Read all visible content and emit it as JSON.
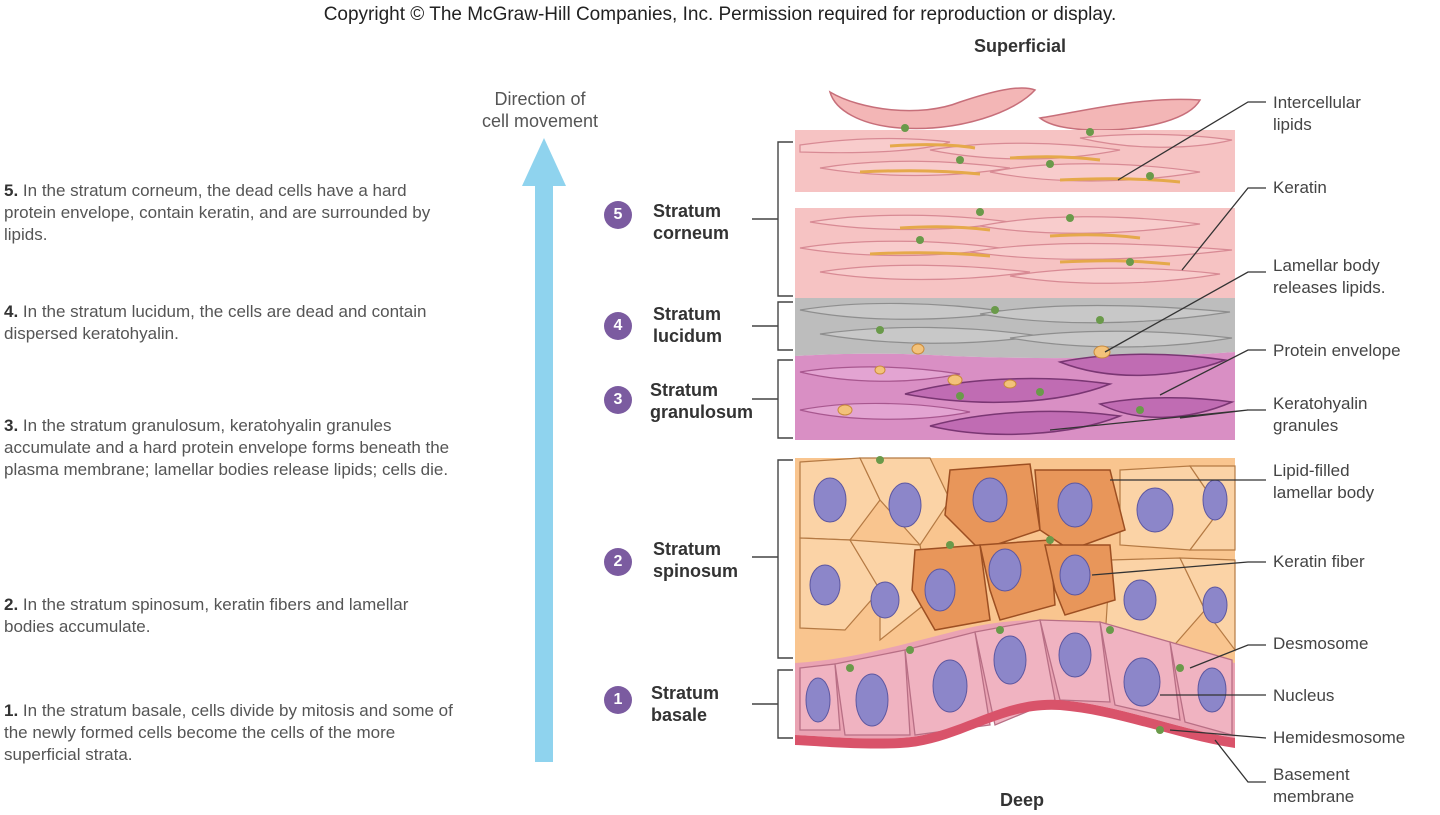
{
  "copyright": "Copyright © The McGraw-Hill Companies, Inc. Permission required for reproduction or display.",
  "orientation": {
    "top": "Superficial",
    "bottom": "Deep"
  },
  "direction": {
    "line1": "Direction of",
    "line2": "cell movement"
  },
  "steps": [
    {
      "num": "5.",
      "text": "In the stratum corneum, the dead cells have a hard protein envelope, contain keratin, and are surrounded by lipids."
    },
    {
      "num": "4.",
      "text": "In the stratum lucidum, the cells are dead and contain dispersed keratohyalin."
    },
    {
      "num": "3.",
      "text": "In the stratum granulosum, keratohyalin granules accumulate and a hard protein envelope forms beneath the plasma membrane; lamellar bodies release lipids; cells die."
    },
    {
      "num": "2.",
      "text": "In the stratum spinosum, keratin fibers and lamellar bodies accumulate."
    },
    {
      "num": "1.",
      "text": "In the stratum basale, cells divide by mitosis and some of the newly formed cells become the cells of the more superficial strata."
    }
  ],
  "layers": [
    {
      "badge": "5",
      "line1": "Stratum",
      "line2": "corneum"
    },
    {
      "badge": "4",
      "line1": "Stratum",
      "line2": "lucidum"
    },
    {
      "badge": "3",
      "line1": "Stratum",
      "line2": "granulosum"
    },
    {
      "badge": "2",
      "line1": "Stratum",
      "line2": "spinosum"
    },
    {
      "badge": "1",
      "line1": "Stratum",
      "line2": "basale"
    }
  ],
  "callouts": [
    {
      "line1": "Intercellular",
      "line2": "lipids"
    },
    {
      "line1": "Keratin",
      "line2": ""
    },
    {
      "line1": "Lamellar body",
      "line2": "releases lipids."
    },
    {
      "line1": "Protein envelope",
      "line2": ""
    },
    {
      "line1": "Keratohyalin",
      "line2": "granules"
    },
    {
      "line1": "Lipid-filled",
      "line2": "lamellar body"
    },
    {
      "line1": "Keratin fiber",
      "line2": ""
    },
    {
      "line1": "Desmosome",
      "line2": ""
    },
    {
      "line1": "Nucleus",
      "line2": ""
    },
    {
      "line1": "Hemidesmosome",
      "line2": ""
    },
    {
      "line1": "Basement",
      "line2": "membrane"
    }
  ],
  "colors": {
    "arrow": "#8fd3ee",
    "corneum": "#f6c3c3",
    "lucidum": "#bdbdbd",
    "granulosum": "#d98fc4",
    "spinosum": "#f9c58f",
    "spinosum_dark": "#e8965a",
    "basale": "#eaa3b3",
    "nucleus": "#8c86c9",
    "badge": "#7b5ba0"
  }
}
